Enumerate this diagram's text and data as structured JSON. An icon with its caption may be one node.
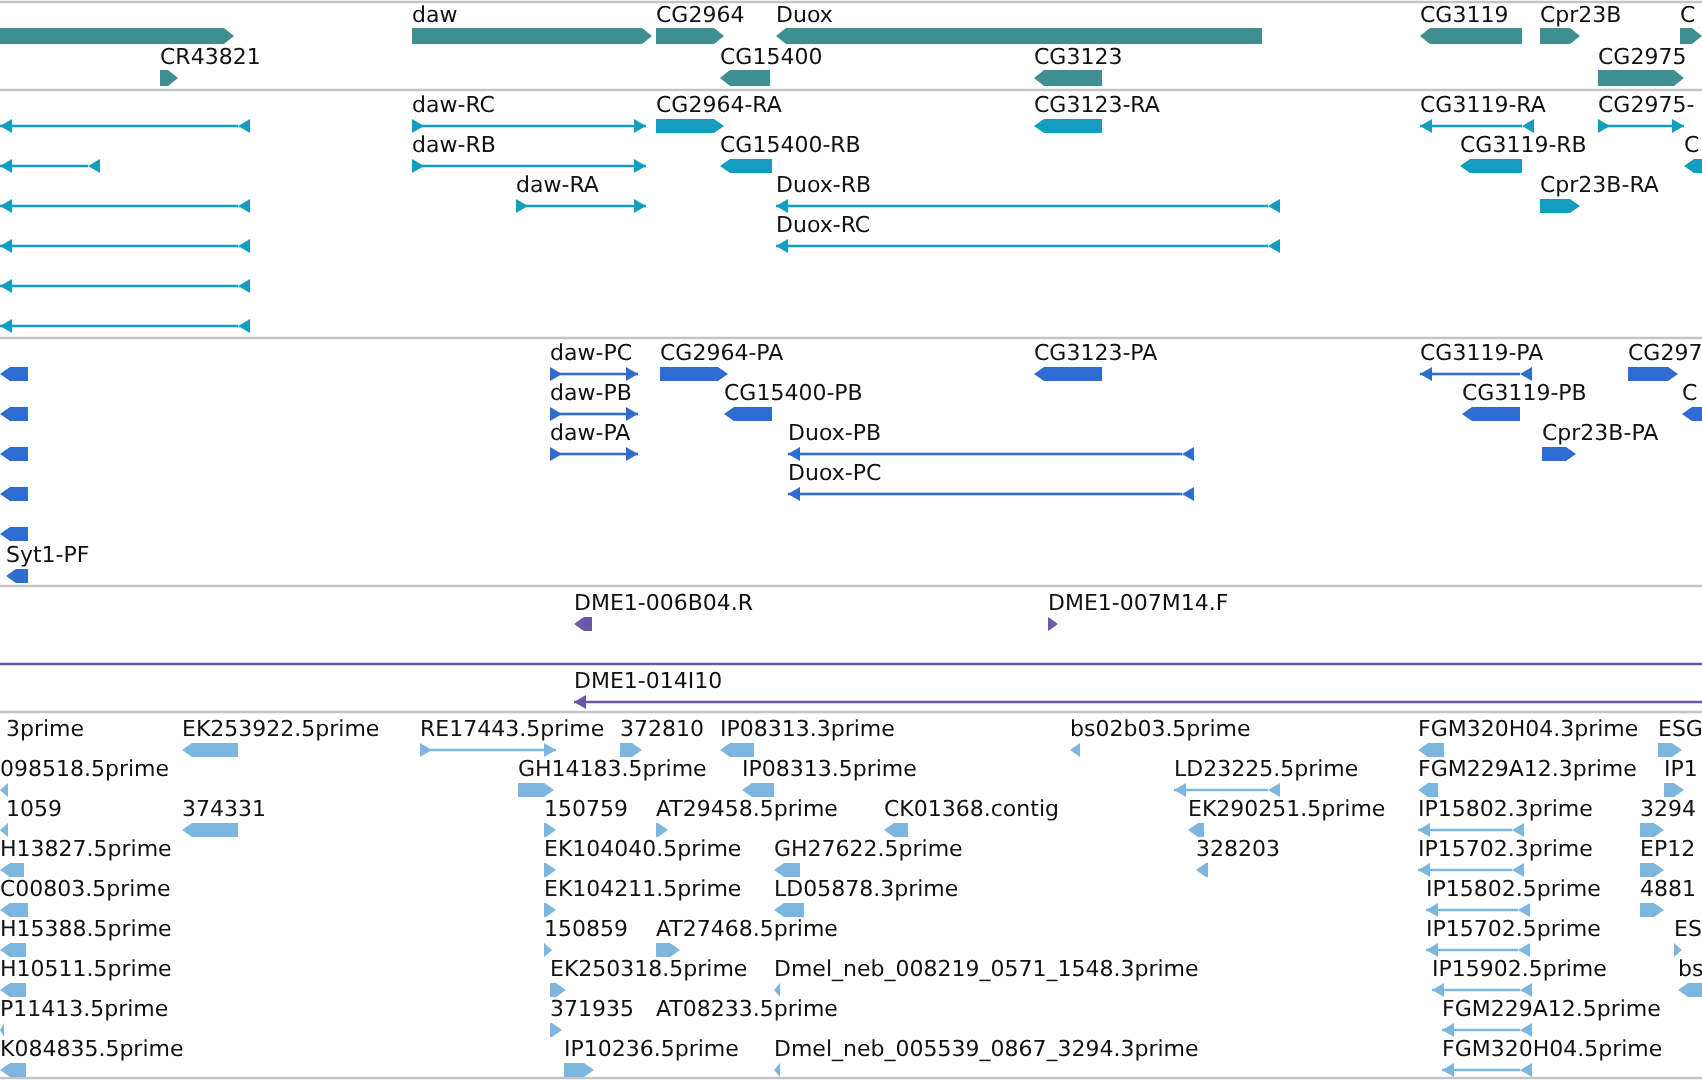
{
  "diagram": {
    "labels": [
      "daw",
      "CG2964",
      "Duox",
      "CG3119",
      "Cpr23B",
      "C",
      "CR43821",
      "CG15400",
      "CG3123",
      "CG2975",
      "daw-RC",
      "CG2964-RA",
      "CG3123-RA",
      "CG3119-RA",
      "CG2975-",
      "daw-RB",
      "CG15400-RB",
      "CG3119-RB",
      "C",
      "daw-RA",
      "Duox-RB",
      "Cpr23B-RA",
      "Duox-RC",
      "daw-PC",
      "CG2964-PA",
      "CG3123-PA",
      "CG3119-PA",
      "CG297",
      "daw-PB",
      "CG15400-PB",
      "CG3119-PB",
      "C",
      "daw-PA",
      "Duox-PB",
      "Cpr23B-PA",
      "Duox-PC",
      "Syt1-PF",
      "DME1-006B04.R",
      "DME1-007M14.F",
      "DME1-014I10",
      "3prime",
      "EK253922.5prime",
      "RE17443.5prime",
      "372810",
      "IP08313.3prime",
      "bs02b03.5prime",
      "FGM320H04.3prime",
      "ESG",
      "098518.5prime",
      "GH14183.5prime",
      "IP08313.5prime",
      "LD23225.5prime",
      "FGM229A12.3prime",
      "IP1",
      "1059",
      "374331",
      "150759",
      "AT29458.5prime",
      "CK01368.contig",
      "EK290251.5prime",
      "IP15802.3prime",
      "3294",
      "H13827.5prime",
      "EK104040.5prime",
      "GH27622.5prime",
      "328203",
      "IP15702.3prime",
      "EP12",
      "C00803.5prime",
      "EK104211.5prime",
      "LD05878.3prime",
      "IP15802.5prime",
      "4881",
      "H15388.5prime",
      "150859",
      "AT27468.5prime",
      "IP15702.5prime",
      "ES",
      "H10511.5prime",
      "EK250318.5prime",
      "Dmel_neb_008219_0571_1548.3prime",
      "IP15902.5prime",
      "bs",
      "P11413.5prime",
      "371935",
      "AT08233.5prime",
      "FGM229A12.5prime",
      "K084835.5prime",
      "IP10236.5prime",
      "Dmel_neb_005539_0867_3294.3prime",
      "FGM320H04.5prime"
    ]
  }
}
